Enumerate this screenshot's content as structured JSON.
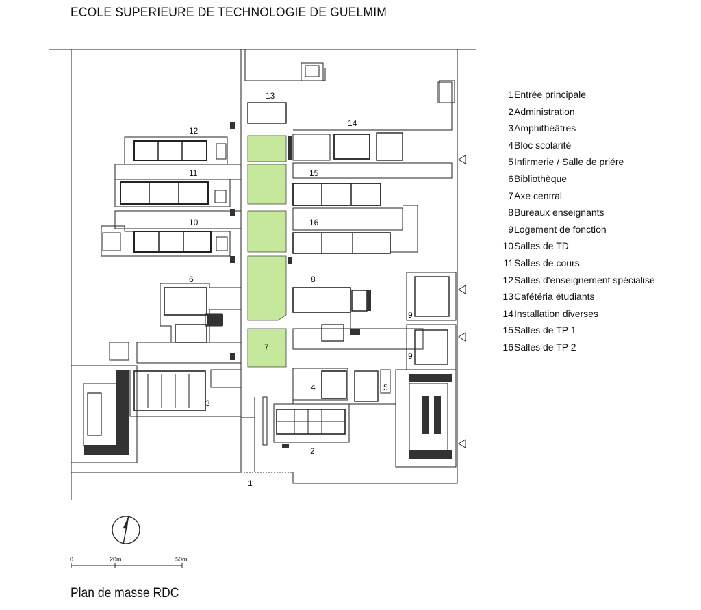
{
  "title": "ECOLE SUPERIEURE DE TECHNOLOGIE DE GUELMIM",
  "footer": "Plan de masse RDC",
  "colors": {
    "highlight": "#c5e89c",
    "line": "#222222",
    "dark": "#333333"
  },
  "plan_labels": {
    "n1": "1",
    "n2": "2",
    "n3": "3",
    "n4": "4",
    "n5": "5",
    "n6": "6",
    "n7": "7",
    "n8": "8",
    "n9a": "9",
    "n9b": "9",
    "n10": "10",
    "n11": "11",
    "n12": "12",
    "n13": "13",
    "n14": "14",
    "n15": "15",
    "n16": "16"
  },
  "scale": {
    "s0": "0",
    "s1": "20m",
    "s2": "50m"
  },
  "north_icon": "north-arrow-icon",
  "legend": [
    {
      "num": "1",
      "label": "Entrée principale"
    },
    {
      "num": "2",
      "label": "Administration"
    },
    {
      "num": "3",
      "label": "Amphithéâtres"
    },
    {
      "num": "4",
      "label": "Bloc scolarité"
    },
    {
      "num": "5",
      "label": "Infirmerie / Salle de priére"
    },
    {
      "num": "6",
      "label": "Bibliothèque"
    },
    {
      "num": "7",
      "label": "Axe central"
    },
    {
      "num": "8",
      "label": "Bureaux enseignants"
    },
    {
      "num": "9",
      "label": "Logement de fonction"
    },
    {
      "num": "10",
      "label": "Salles de TD"
    },
    {
      "num": "11",
      "label": "Salles de cours"
    },
    {
      "num": "12",
      "label": "Salles d'enseignement spécialisé"
    },
    {
      "num": "13",
      "label": "Cafétéria étudiants"
    },
    {
      "num": "14",
      "label": "Installation diverses"
    },
    {
      "num": "15",
      "label": "Salles de TP 1"
    },
    {
      "num": "16",
      "label": "Salles de TP 2"
    }
  ]
}
